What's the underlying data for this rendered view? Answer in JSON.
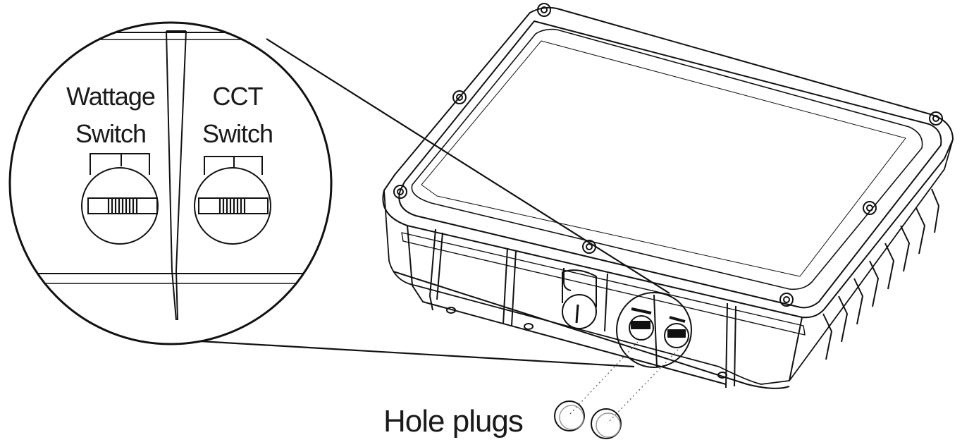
{
  "callout": {
    "wattage": {
      "line1": "Wattage",
      "line2": "Switch"
    },
    "cct": {
      "line1": "CCT",
      "line2": "Switch"
    }
  },
  "hole_plugs_label": "Hole plugs"
}
